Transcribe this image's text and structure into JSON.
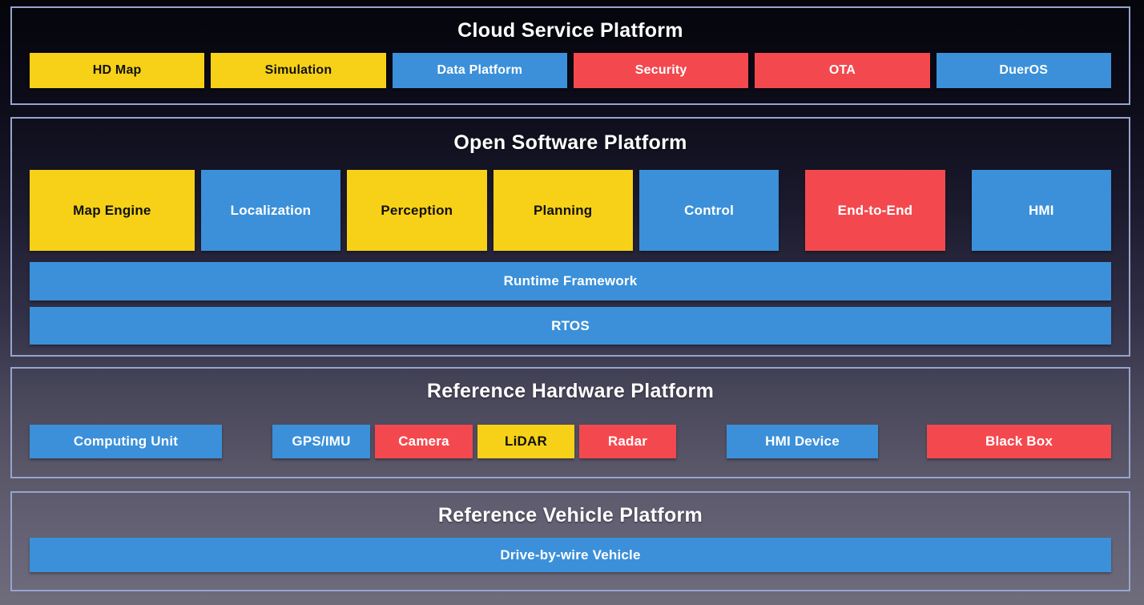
{
  "colors": {
    "yellow": {
      "bg": "#F7D117",
      "fg": "#111111"
    },
    "blue": {
      "bg": "#3B90D9",
      "fg": "#FFFFFF"
    },
    "red": {
      "bg": "#F3494E",
      "fg": "#FFFFFF"
    }
  },
  "panel_border": "#96A5CD",
  "background": {
    "top": "#05050B",
    "bottom": "#6F6C7B"
  },
  "sections": [
    {
      "title": "Cloud Service Platform",
      "boxes": [
        {
          "label": "HD Map",
          "color": "yellow"
        },
        {
          "label": "Simulation",
          "color": "yellow"
        },
        {
          "label": "Data Platform",
          "color": "blue"
        },
        {
          "label": "Security",
          "color": "red"
        },
        {
          "label": "OTA",
          "color": "red"
        },
        {
          "label": "DuerOS",
          "color": "blue"
        }
      ]
    },
    {
      "title": "Open Software Platform",
      "modules": [
        {
          "label": "Map Engine",
          "color": "yellow"
        },
        {
          "label": "Localization",
          "color": "blue"
        },
        {
          "label": "Perception",
          "color": "yellow"
        },
        {
          "label": "Planning",
          "color": "yellow"
        },
        {
          "label": "Control",
          "color": "blue"
        },
        {
          "label": "End-to-End",
          "color": "red"
        },
        {
          "label": "HMI",
          "color": "blue"
        }
      ],
      "bars": [
        {
          "label": "Runtime Framework",
          "color": "blue"
        },
        {
          "label": "RTOS",
          "color": "blue"
        }
      ]
    },
    {
      "title": "Reference Hardware Platform",
      "boxes": [
        {
          "label": "Computing Unit",
          "color": "blue"
        },
        {
          "label": "GPS/IMU",
          "color": "blue"
        },
        {
          "label": "Camera",
          "color": "red"
        },
        {
          "label": "LiDAR",
          "color": "yellow"
        },
        {
          "label": "Radar",
          "color": "red"
        },
        {
          "label": "HMI Device",
          "color": "blue"
        },
        {
          "label": "Black Box",
          "color": "red"
        }
      ]
    },
    {
      "title": "Reference Vehicle Platform",
      "bars": [
        {
          "label": "Drive-by-wire Vehicle",
          "color": "blue"
        }
      ]
    }
  ]
}
